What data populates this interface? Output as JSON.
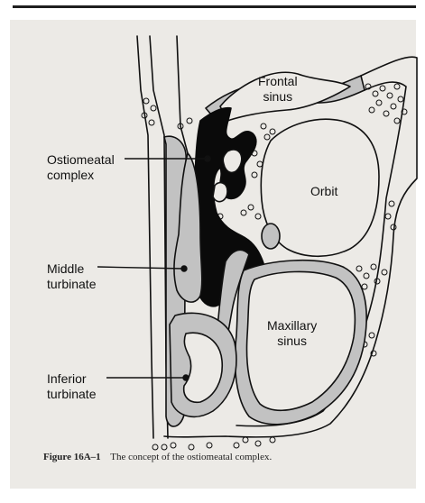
{
  "figure": {
    "labels": {
      "frontal_sinus": "Frontal\nsinus",
      "orbit": "Orbit",
      "ostiomeatal_complex": "Ostiomeatal\ncomplex",
      "middle_turbinate": "Middle\nturbinate",
      "maxillary_sinus": "Maxillary\nsinus",
      "inferior_turbinate": "Inferior\nturbinate"
    },
    "caption_id": "Figure 16A–1",
    "caption_text": "The concept of the ostiomeatal complex."
  },
  "colors": {
    "plate": "#eceae6",
    "gray_fill": "#c2c2c2",
    "black_fill": "#0a0a0a",
    "outline": "#111111",
    "rule": "#1f1f1f"
  }
}
